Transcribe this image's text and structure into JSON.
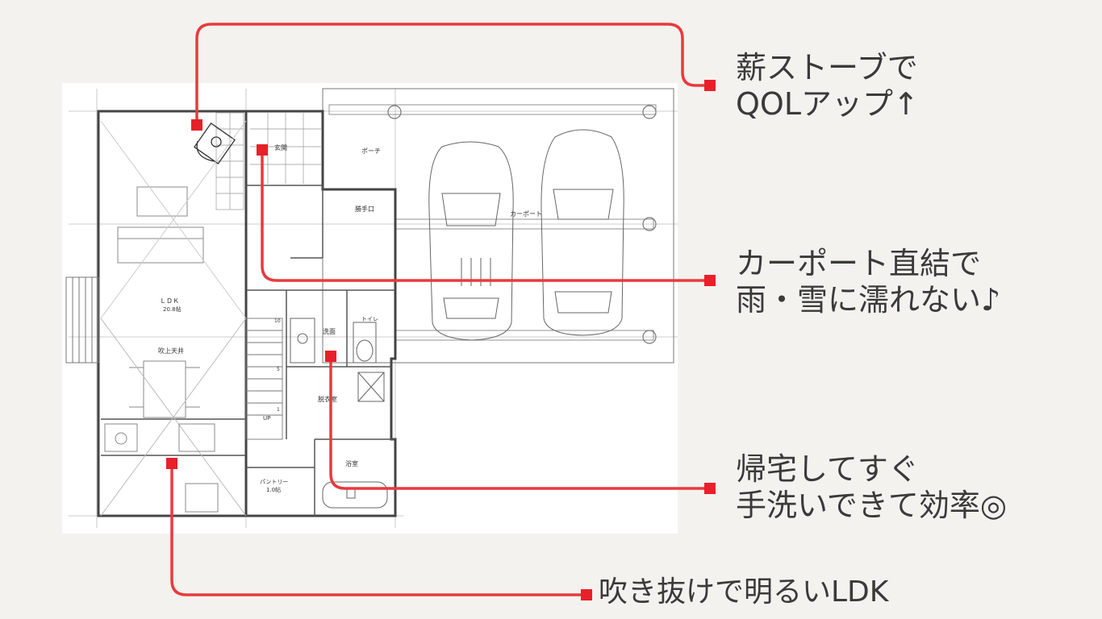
{
  "floor_plan": {
    "rooms": {
      "entrance": "玄関",
      "porch": "ポーチ",
      "carport": "カーポート",
      "back_door": "勝手口",
      "ldk_name": "ＬＤＫ",
      "ldk_size": "20.8帖",
      "ceiling": "吹上天井",
      "washroom": "洗面",
      "toilet": "トイレ",
      "dressing": "脱衣室",
      "bathroom": "浴室",
      "pantry_name": "パントリー",
      "pantry_size": "1.0帖",
      "stair_up": "UP",
      "stair_step_10": "10",
      "stair_step_5": "5",
      "stair_step_1": "1"
    }
  },
  "callouts": {
    "stove": [
      "薪ストーブで",
      "QOLアップ↑"
    ],
    "carport": [
      "カーポート直結で",
      "雨・雪に濡れない♪"
    ],
    "washroom": [
      "帰宅してすぐ",
      "手洗いできて効率◎"
    ],
    "ldk": "吹き抜けで明るいLDK"
  },
  "colors": {
    "background": "#f4f2ee",
    "plan_background": "#ffffff",
    "accent_red": "#e8202a",
    "text": "#3a3a3a"
  }
}
